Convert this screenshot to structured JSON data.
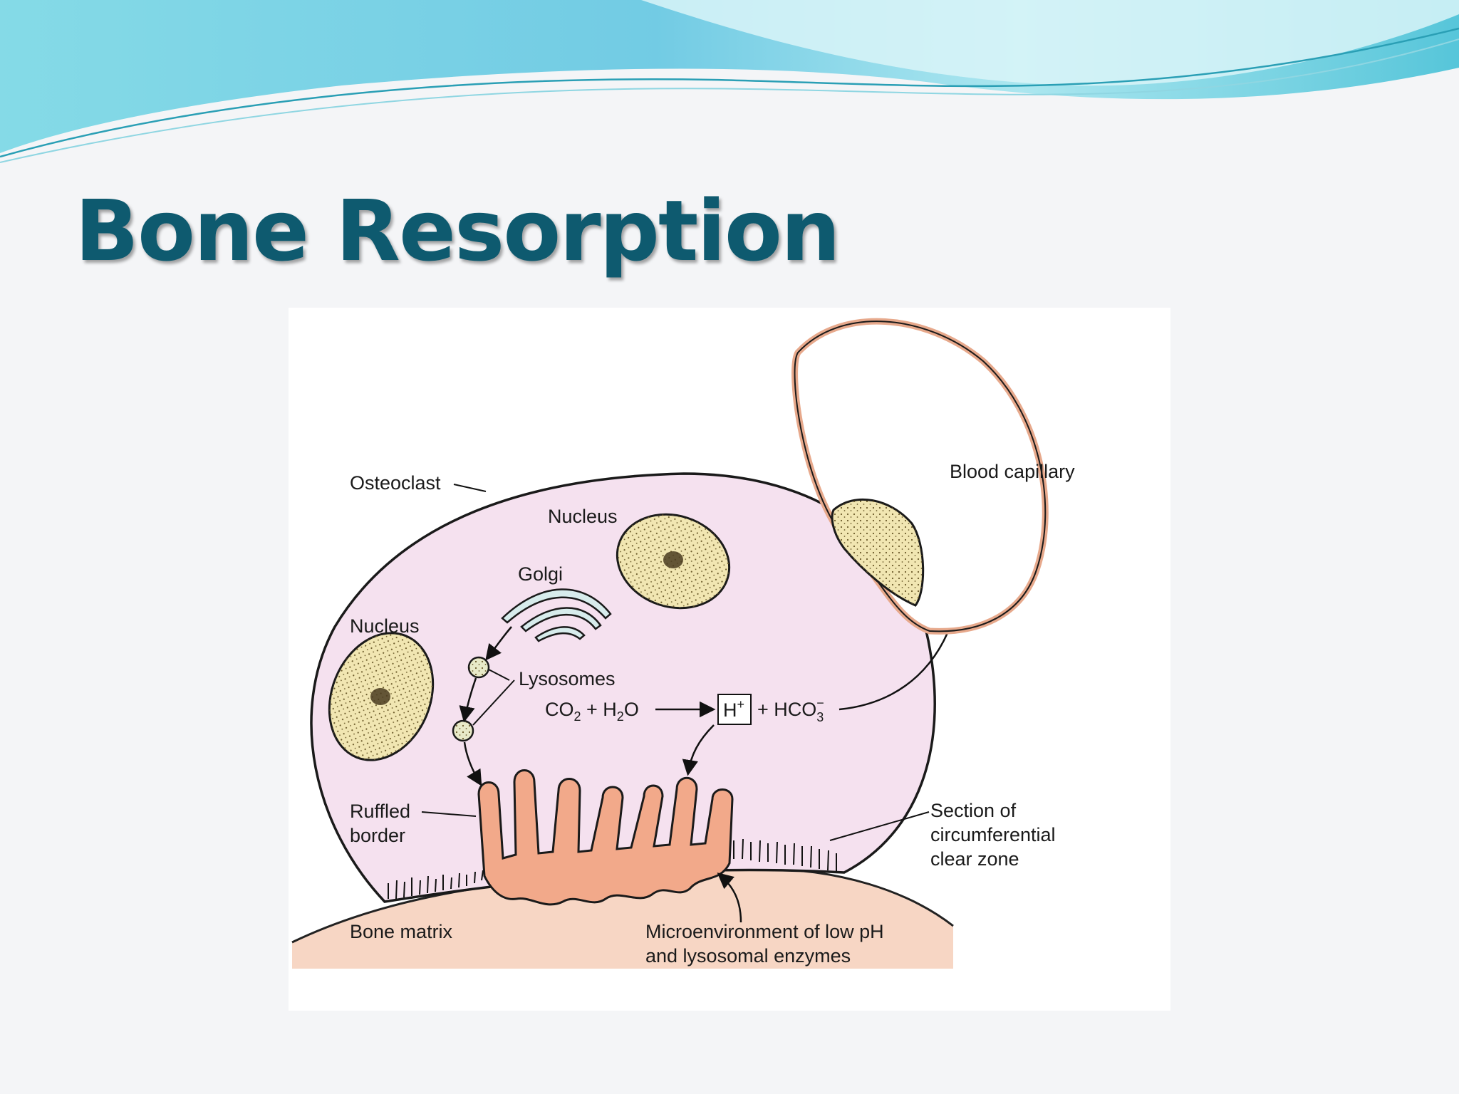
{
  "slide": {
    "title": "Bone Resorption"
  },
  "diagram": {
    "labels": {
      "osteoclast": "Osteoclast",
      "nucleus_top": "Nucleus",
      "golgi": "Golgi",
      "nucleus_left": "Nucleus",
      "lysosomes": "Lysosomes",
      "blood_capillary": "Blood capillary",
      "ruffled_border_1": "Ruffled",
      "ruffled_border_2": "border",
      "clear_zone_1": "Section of",
      "clear_zone_2": "circumferential",
      "clear_zone_3": "clear zone",
      "bone_matrix": "Bone matrix",
      "microenv_1": "Microenvironment of low pH",
      "microenv_2": "and lysosomal enzymes"
    },
    "equation": {
      "co2_base": "CO",
      "co2_sub": "2",
      "plus_1": " + H",
      "h2o_sub": "2",
      "o": "O",
      "h_ion": "H",
      "h_ion_sup": "+",
      "plus_2": "+ HCO",
      "hco3_sub": "3",
      "hco3_sup": "−"
    }
  },
  "colors": {
    "title": "#0e5a6f",
    "cell_fill": "#f5e1ef",
    "nucleus_fill": "#f1e6b2",
    "ruffled_fill": "#f2a98a",
    "bone_fill": "#f7d6c4",
    "capillary_wall": "#e7a98c",
    "banner_teal": "#5fd0df"
  }
}
